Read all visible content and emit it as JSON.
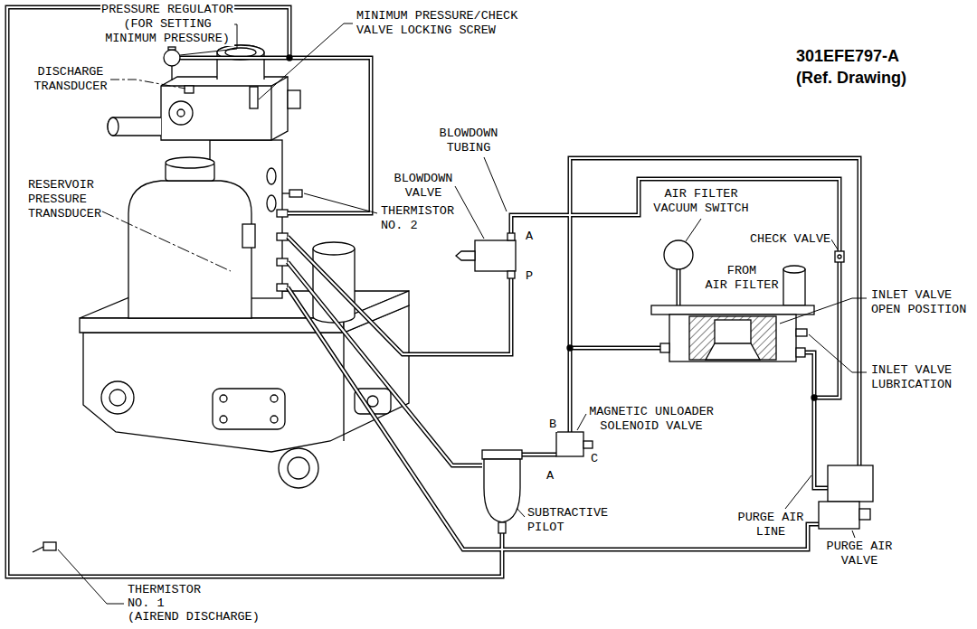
{
  "diagram": {
    "title": "301EFE797-A (Ref. Drawing)",
    "labels": [
      "PRESSURE REGULATOR (FOR SETTING MINIMUM PRESSURE)",
      "MINIMUM PRESSURE/CHECK VALVE LOCKING SCREW",
      "DISCHARGE TRANSDUCER",
      "RESERVOIR PRESSURE TRANSDUCER",
      "THERMISTOR NO. 2",
      "BLOWDOWN TUBING",
      "BLOWDOWN VALVE",
      "A",
      "P",
      "AIR FILTER VACUUM SWITCH",
      "CHECK VALVE",
      "FROM AIR FILTER",
      "INLET VALVE OPEN POSITION",
      "INLET VALVE LUBRICATION",
      "MAGNETIC UNLOADER SOLENOID VALVE",
      "B",
      "A",
      "C",
      "PURGE AIR LINE",
      "SUBTRACTIVE PILOT",
      "PURGE AIR VALVE",
      "THERMISTOR NO. 1 (AIREND DISCHARGE)"
    ]
  }
}
